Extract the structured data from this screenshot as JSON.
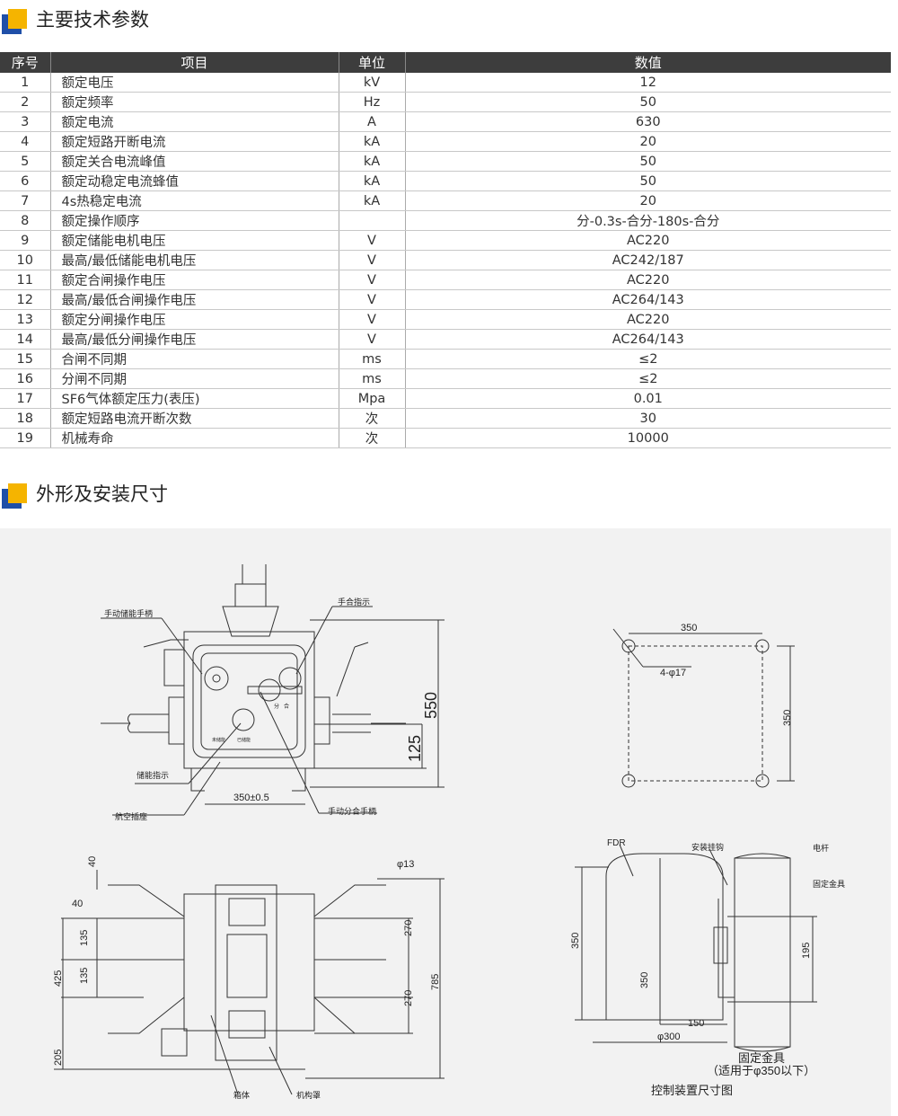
{
  "section1": {
    "title": "主要技术参数"
  },
  "table": {
    "headers": [
      "序号",
      "项目",
      "单位",
      "数值"
    ],
    "rows": [
      [
        "1",
        "额定电压",
        "kV",
        "12"
      ],
      [
        "2",
        "额定频率",
        "Hz",
        "50"
      ],
      [
        "3",
        "额定电流",
        "A",
        "630"
      ],
      [
        "4",
        "额定短路开断电流",
        "kA",
        "20"
      ],
      [
        "5",
        "额定关合电流峰值",
        "kA",
        "50"
      ],
      [
        "6",
        "额定动稳定电流蜂值",
        "kA",
        "50"
      ],
      [
        "7",
        "4s热稳定电流",
        "kA",
        "20"
      ],
      [
        "8",
        "额定操作顺序",
        "",
        "分-0.3s-合分-180s-合分"
      ],
      [
        "9",
        "额定储能电机电压",
        "V",
        "AC220"
      ],
      [
        "10",
        "最高/最低储能电机电压",
        "V",
        "AC242/187"
      ],
      [
        "11",
        "额定合闸操作电压",
        "V",
        "AC220"
      ],
      [
        "12",
        "最高/最低合闸操作电压",
        "V",
        "AC264/143"
      ],
      [
        "13",
        "额定分闸操作电压",
        "V",
        "AC220"
      ],
      [
        "14",
        "最高/最低分闸操作电压",
        "V",
        "AC264/143"
      ],
      [
        "15",
        "合闸不同期",
        "ms",
        "≤2"
      ],
      [
        "16",
        "分闸不同期",
        "ms",
        "≤2"
      ],
      [
        "17",
        "SF6气体额定压力(表压)",
        "Mpa",
        "0.01"
      ],
      [
        "18",
        "额定短路电流开断次数",
        "次",
        "30"
      ],
      [
        "19",
        "机械寿命",
        "次",
        "10000"
      ]
    ]
  },
  "section2": {
    "title": "外形及安装尺寸"
  },
  "front_view": {
    "manual_charge_handle": "手动储能手柄",
    "close_indicator": "手合指示",
    "charge_indicator": "储能指示",
    "aviation_socket": "航空插座",
    "manual_open_close_handle": "手动分合手柄",
    "open": "分",
    "close": "合",
    "uncharged": "未储能",
    "charged": "已储能",
    "dim_550": "550",
    "dim_125": "125",
    "dim_350": "350±0.5"
  },
  "mount_view": {
    "dim_w": "350",
    "dim_h": "350",
    "holes": "4-φ17"
  },
  "top_view": {
    "box": "箱体",
    "mech_cover": "机构罩",
    "d40a": "40",
    "d40b": "40",
    "phi13": "φ13",
    "d270a": "270",
    "d270b": "270",
    "d135a": "135",
    "d135b": "135",
    "d425": "425",
    "d205": "205",
    "d785": "785"
  },
  "controller": {
    "fdr": "FDR",
    "hook": "安装挂钩",
    "pole": "电杆",
    "bracket": "固定金具",
    "d350a": "350",
    "d350b": "350",
    "d150": "150",
    "d195": "195",
    "phi300": "φ300",
    "bracket_label": "固定金具",
    "bracket_note": "（适用于φ350以下）",
    "caption": "控制装置尺寸图"
  }
}
